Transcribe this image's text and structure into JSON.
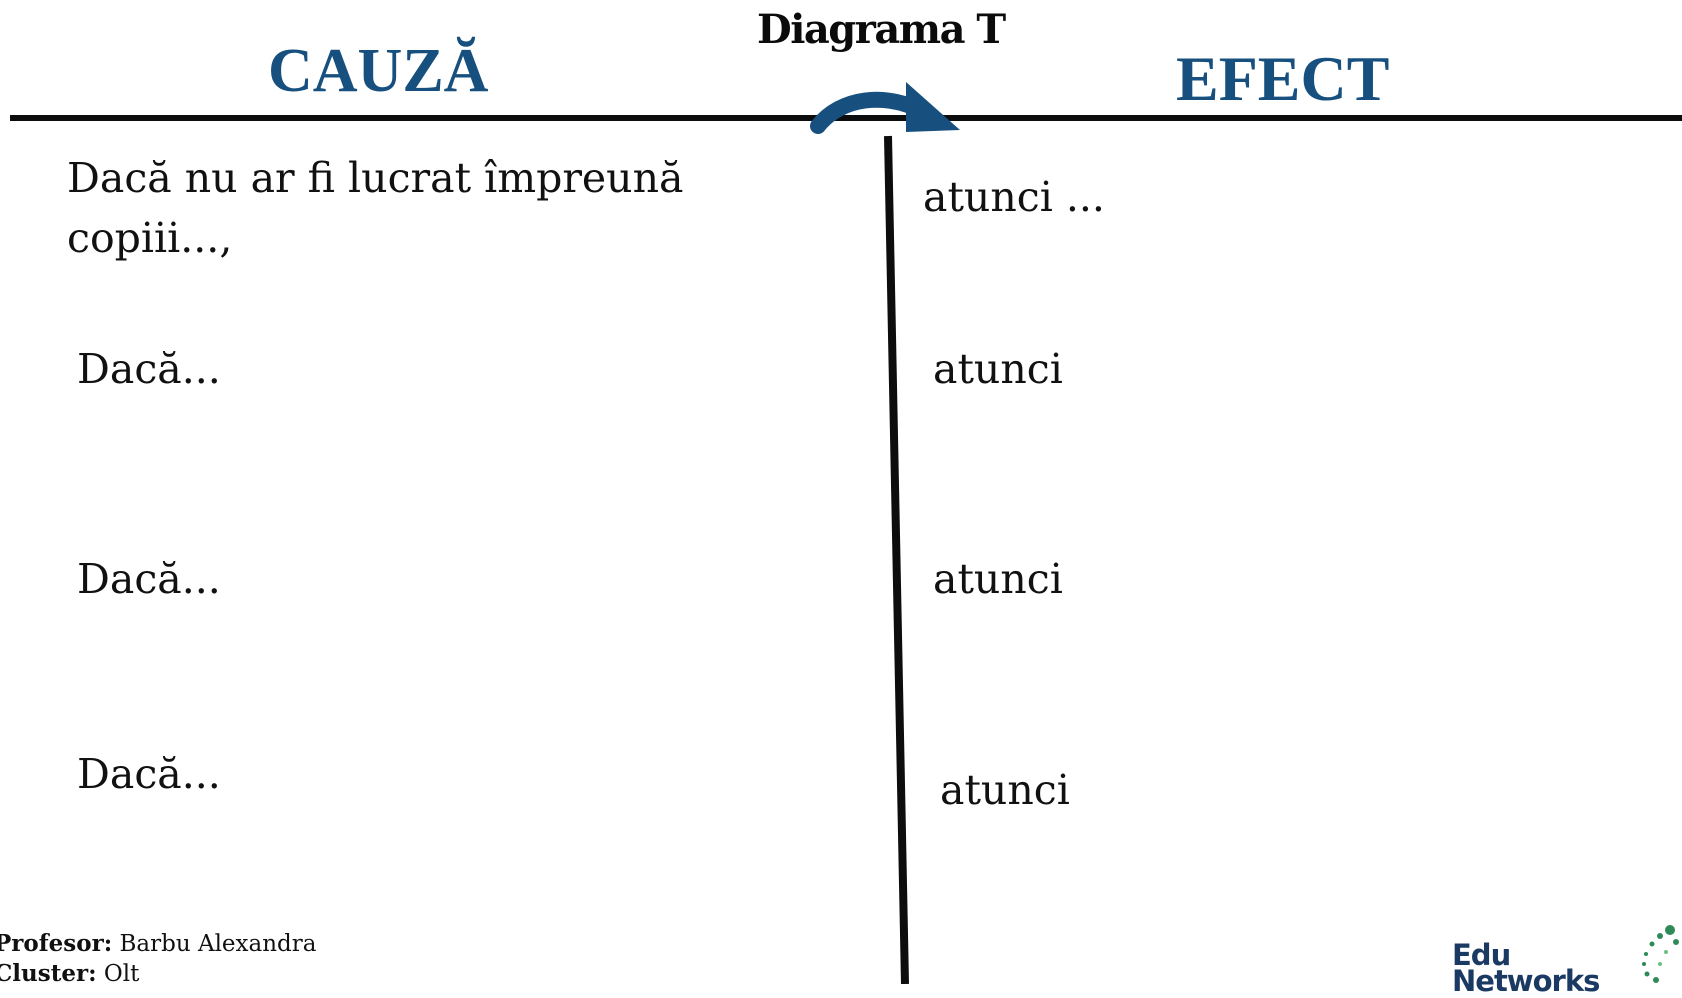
{
  "diagram": {
    "title": "Diagrama T",
    "left_heading": "CAUZĂ",
    "right_heading": "EFECT",
    "causes": [
      "Dacă nu ar fi lucrat împreună copiii...,",
      "Dacă...",
      "Dacă...",
      "Dacă..."
    ],
    "effects": [
      "atunci ...",
      "atunci",
      "atunci",
      "atunci"
    ],
    "colors": {
      "heading": "#17507f",
      "arrow": "#17507f",
      "lines": "#0d0d0d",
      "logo_text": "#1a3a63",
      "logo_dots": "#2e8b57"
    }
  },
  "footer": {
    "teacher_label": "Profesor:",
    "teacher_name": "Barbu Alexandra",
    "cluster_label": "Cluster:",
    "cluster_name": "Olt"
  },
  "logo": {
    "line1": "Edu",
    "line2": "Networks",
    "icon": "dots-circle-icon"
  }
}
